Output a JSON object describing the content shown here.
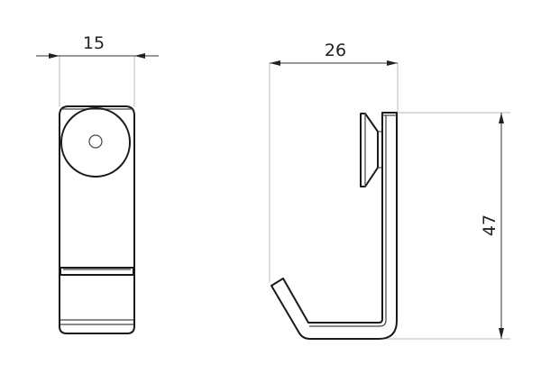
{
  "dimensions": {
    "front_width": "15",
    "side_width": "26",
    "side_height": "47"
  }
}
